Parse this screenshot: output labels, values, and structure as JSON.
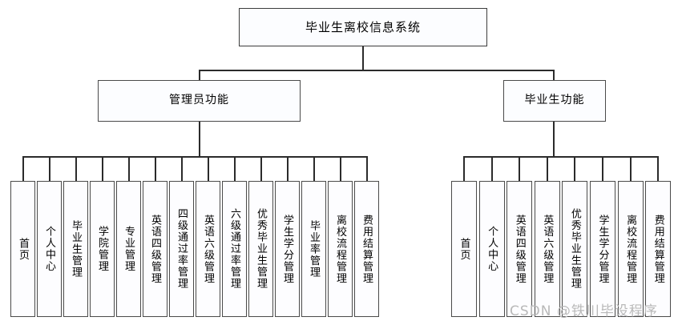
{
  "diagram": {
    "type": "tree",
    "title": "毕业生离校信息系统",
    "root": {
      "label": "毕业生离校信息系统"
    },
    "branches": [
      {
        "id": "admin",
        "label": "管理员功能",
        "leaves": [
          {
            "label": "首页"
          },
          {
            "label": "个人中心"
          },
          {
            "label": "毕业生管理"
          },
          {
            "label": "学院管理"
          },
          {
            "label": "专业管理"
          },
          {
            "label": "英语四级管理"
          },
          {
            "label": "四级通过率管理"
          },
          {
            "label": "英语六级管理"
          },
          {
            "label": "六级通过率管理"
          },
          {
            "label": "优秀毕业生管理"
          },
          {
            "label": "学生学分管理"
          },
          {
            "label": "毕业率管理"
          },
          {
            "label": "离校流程管理"
          },
          {
            "label": "费用结算管理"
          }
        ]
      },
      {
        "id": "grad",
        "label": "毕业生功能",
        "leaves": [
          {
            "label": "首页"
          },
          {
            "label": "个人中心"
          },
          {
            "label": "英语四级管理"
          },
          {
            "label": "英语六级管理"
          },
          {
            "label": "优秀毕业生管理"
          },
          {
            "label": "学生学分管理"
          },
          {
            "label": "离校流程管理"
          },
          {
            "label": "费用结算管理"
          }
        ]
      }
    ]
  },
  "watermark": {
    "text": "CSDN @铁川毕设程序"
  },
  "colors": {
    "line": "#2b2b2b",
    "box_border": "#4a4a4a",
    "box_fill": "#fdfdff",
    "text": "#000000",
    "watermark": "#b9b9b9"
  }
}
